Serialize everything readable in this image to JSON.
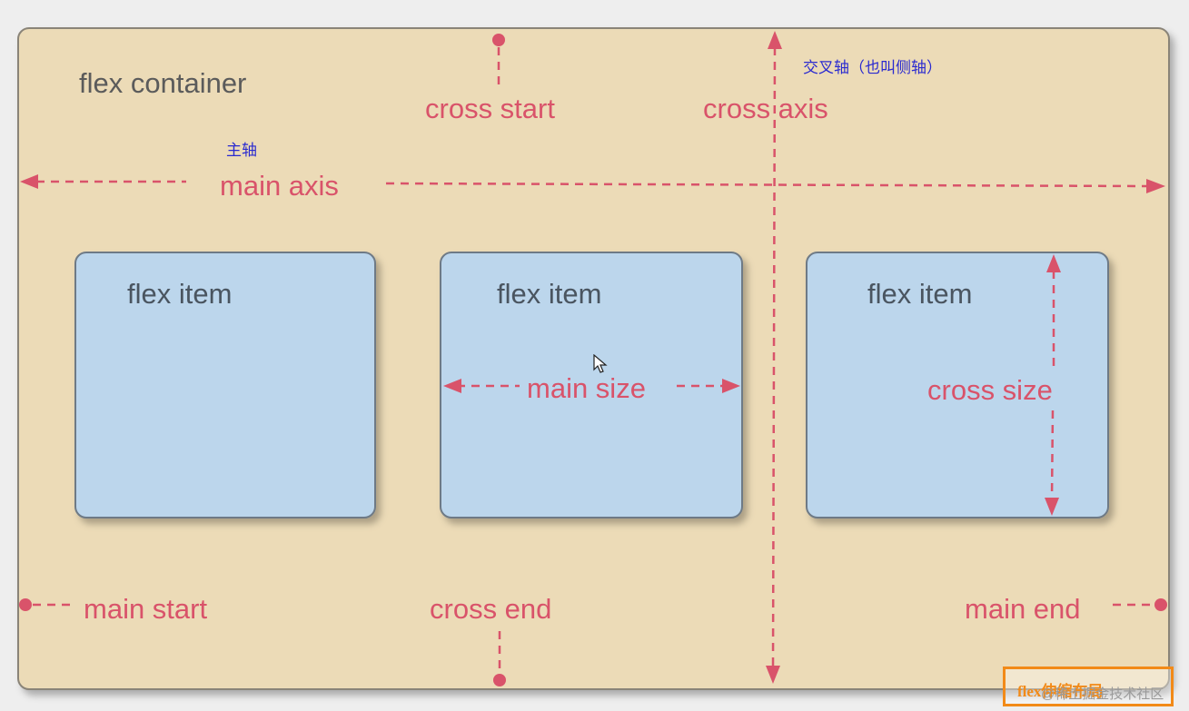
{
  "container_label": "flex container",
  "annotations": {
    "cross_axis_cn": "交叉轴（也叫侧轴）",
    "main_axis_cn": "主轴"
  },
  "axes": {
    "cross_start": "cross start",
    "cross_axis": "cross axis",
    "main_axis": "main axis",
    "main_start": "main start",
    "cross_end": "cross end",
    "main_end": "main end"
  },
  "items": [
    {
      "label": "flex item"
    },
    {
      "label": "flex item",
      "measure": "main size"
    },
    {
      "label": "flex item",
      "measure": "cross size"
    }
  ],
  "watermark": {
    "title": "flex伸缩布局",
    "credit": "@稀土掘金技术社区"
  },
  "colors": {
    "container_fill": "#ecdbb7",
    "item_fill": "#bcd6ec",
    "annotation_red": "#d9536a",
    "annotation_blue": "#2a2ad0",
    "watermark_border": "#f28a18"
  }
}
